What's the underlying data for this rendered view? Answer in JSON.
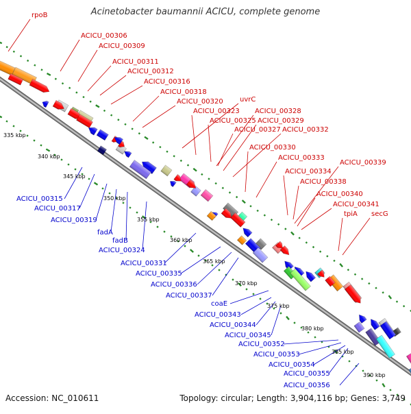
{
  "title": "Acinetobacter baumannii ACICU, complete genome",
  "footer": {
    "accession": "Accession: NC_010611",
    "topology": "Topology: circular; Length: 3,904,116 bp; Genes: 3,749"
  },
  "colors": {
    "forward_label": "#cc0000",
    "reverse_label": "#0000cc",
    "backbone": "#8c8c8c",
    "gc_dots": "#2a8a2a"
  },
  "scale_ticks": [
    "335 kbp",
    "340 kbp",
    "345 kbp",
    "350 kbp",
    "355 kbp",
    "360 kbp",
    "365 kbp",
    "370 kbp",
    "375 kbp",
    "380 kbp",
    "385 kbp",
    "390 kbp"
  ],
  "forward_labels": [
    "rpoB",
    "ACICU_00306",
    "ACICU_00309",
    "ACICU_00311",
    "ACICU_00312",
    "ACICU_00316",
    "ACICU_00318",
    "ACICU_00320",
    "uvrC",
    "ACICU_00323",
    "ACICU_00325",
    "ACICU_00327",
    "ACICU_00328",
    "ACICU_00329",
    "ACICU_00332",
    "ACICU_00330",
    "ACICU_00333",
    "ACICU_00334",
    "ACICU_00339",
    "ACICU_00338",
    "ACICU_00340",
    "ACICU_00341",
    "tpiA",
    "secG"
  ],
  "reverse_labels": [
    "ACICU_00315",
    "ACICU_00317",
    "ACICU_00319",
    "fadA",
    "fadB",
    "ACICU_00324",
    "ACICU_00331",
    "ACICU_00335",
    "ACICU_00336",
    "ACICU_00337",
    "coaE",
    "ACICU_00343",
    "ACICU_00344",
    "ACICU_00345",
    "ACICU_00352",
    "ACICU_00353",
    "ACICU_00354",
    "ACICU_00355",
    "ACICU_00356"
  ]
}
